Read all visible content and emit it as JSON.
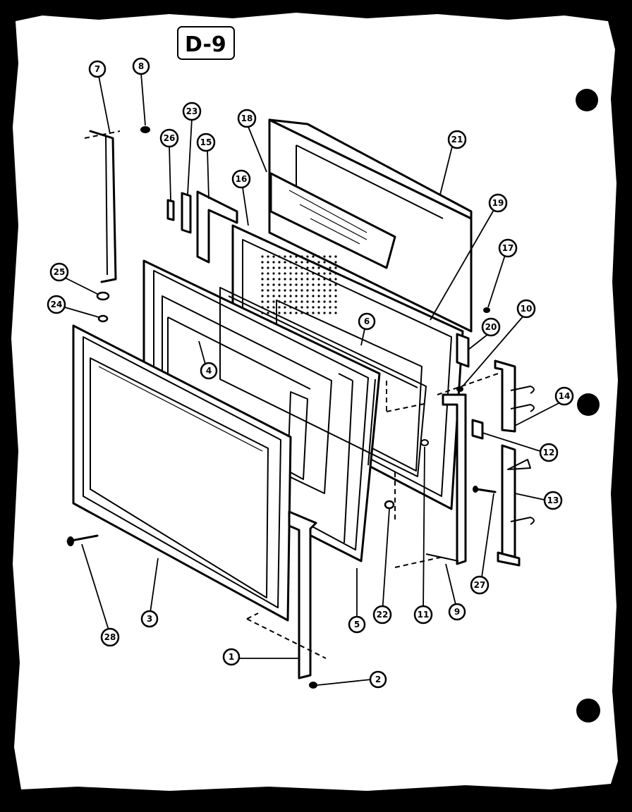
{
  "diagram": {
    "page_code": "D-9",
    "callouts": [
      {
        "id": "c7",
        "label": "7"
      },
      {
        "id": "c8",
        "label": "8"
      },
      {
        "id": "c23",
        "label": "23"
      },
      {
        "id": "c26",
        "label": "26"
      },
      {
        "id": "c15",
        "label": "15"
      },
      {
        "id": "c18",
        "label": "18"
      },
      {
        "id": "c16",
        "label": "16"
      },
      {
        "id": "c21",
        "label": "21"
      },
      {
        "id": "c19",
        "label": "19"
      },
      {
        "id": "c17",
        "label": "17"
      },
      {
        "id": "c25",
        "label": "25"
      },
      {
        "id": "c24",
        "label": "24"
      },
      {
        "id": "c10",
        "label": "10"
      },
      {
        "id": "c6",
        "label": "6"
      },
      {
        "id": "c20",
        "label": "20"
      },
      {
        "id": "c4",
        "label": "4"
      },
      {
        "id": "c14",
        "label": "14"
      },
      {
        "id": "c12",
        "label": "12"
      },
      {
        "id": "c13",
        "label": "13"
      },
      {
        "id": "c27",
        "label": "27"
      },
      {
        "id": "c3",
        "label": "3"
      },
      {
        "id": "c5",
        "label": "5"
      },
      {
        "id": "c22",
        "label": "22"
      },
      {
        "id": "c11",
        "label": "11"
      },
      {
        "id": "c9",
        "label": "9"
      },
      {
        "id": "c28",
        "label": "28"
      },
      {
        "id": "c1",
        "label": "1"
      },
      {
        "id": "c2",
        "label": "2"
      }
    ]
  }
}
